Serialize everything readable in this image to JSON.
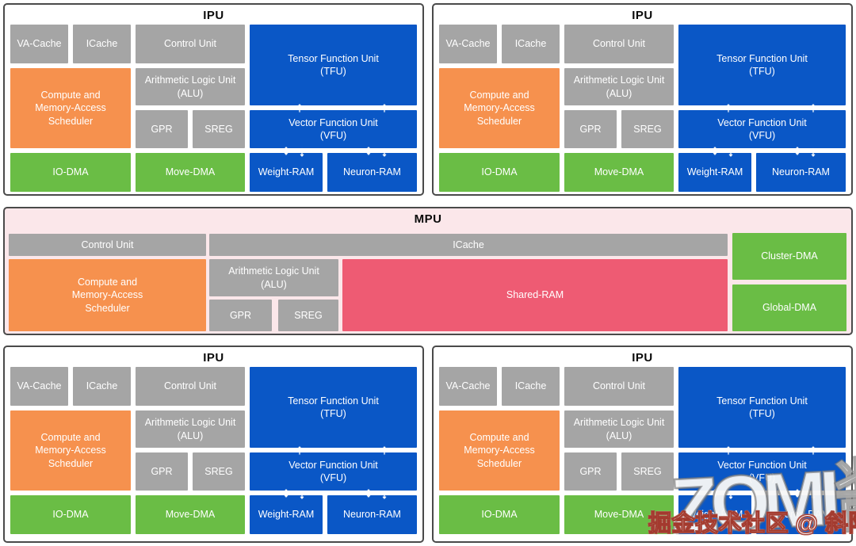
{
  "ipu": {
    "title": "IPU",
    "blocks": {
      "va_cache": "VA-Cache",
      "icache": "ICache",
      "control_unit": "Control Unit",
      "tfu": "Tensor Function Unit\n(TFU)",
      "alu": "Arithmetic Logic Unit\n(ALU)",
      "scheduler": "Compute and\nMemory-Access\nScheduler",
      "gpr": "GPR",
      "sreg": "SREG",
      "vfu": "Vector Function Unit\n(VFU)",
      "io_dma": "IO-DMA",
      "move_dma": "Move-DMA",
      "weight_ram": "Weight-RAM",
      "neuron_ram": "Neuron-RAM"
    }
  },
  "mpu": {
    "title": "MPU",
    "blocks": {
      "control_unit": "Control Unit",
      "icache": "ICache",
      "scheduler": "Compute and\nMemory-Access\nScheduler",
      "alu": "Arithmetic Logic Unit\n(ALU)",
      "gpr": "GPR",
      "sreg": "SREG",
      "shared_ram": "Shared-RAM",
      "cluster_dma": "Cluster-DMA",
      "global_dma": "Global-DMA"
    }
  },
  "icons": {
    "arrow_up": "↑",
    "arrow_down": "↓",
    "arrow_updown": "↕"
  },
  "watermark": {
    "brand": "ZOMI酱",
    "credit": "掘金技术社区 @ 斜阳且"
  },
  "colors": {
    "gray": "#A5A5A5",
    "orange": "#F6914E",
    "blue": "#0A57C6",
    "green": "#6ABD45",
    "pink": "#EE5B73",
    "mpu_background": "#FBE7EA",
    "box_border": "#4A4A4A"
  }
}
